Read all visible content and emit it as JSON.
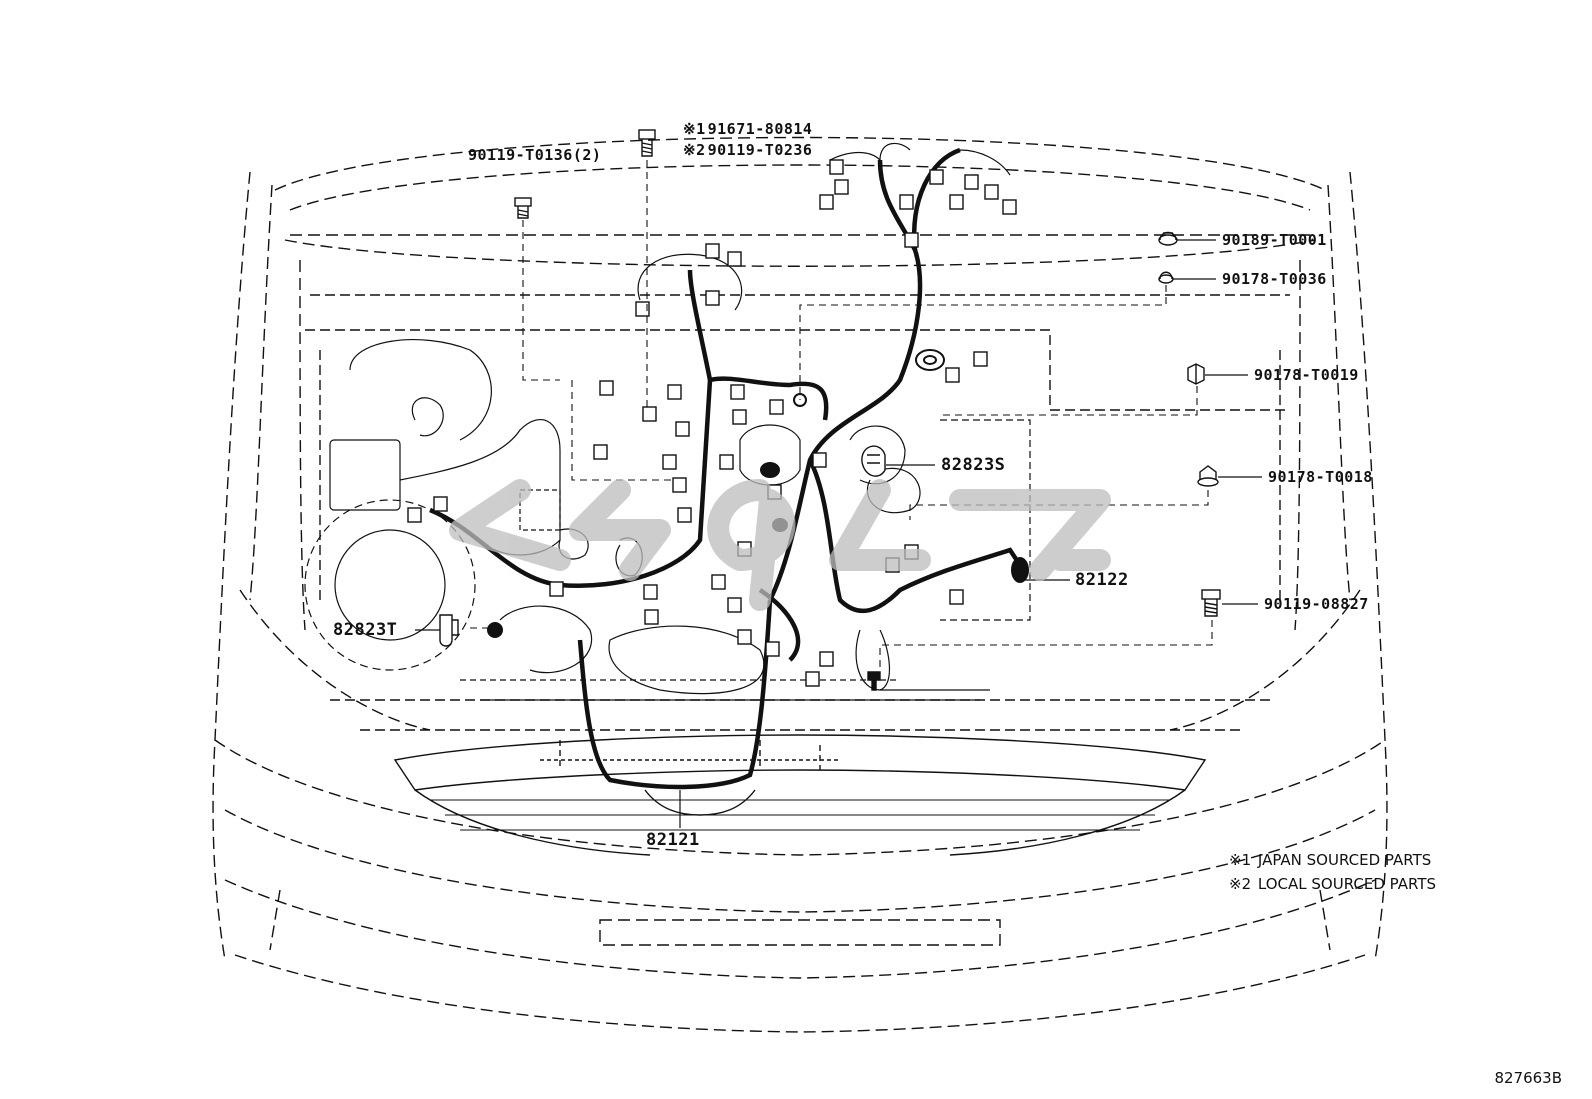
{
  "labels": {
    "p_9011_t0136": "90119-T0136(2)",
    "p_91671_mark": "※1",
    "p_91671": "91671-80814",
    "p_90119_t0236_mark": "※2",
    "p_90119_t0236": "90119-T0236",
    "p_90189": "90189-T0001",
    "p_90178_t0036": "90178-T0036",
    "p_90178_t0019": "90178-T0019",
    "p_90178_t0018": "90178-T0018",
    "p_90119_08827": "90119-08827",
    "p_82823s": "82823S",
    "p_82823t": "82823T",
    "p_82122": "82122",
    "p_82121": "82121"
  },
  "notes": {
    "n1_mark": "※1",
    "n1_text": "JAPAN SOURCED PARTS",
    "n2_mark": "※2",
    "n2_text": "LOCAL SOURCED PARTS"
  },
  "figure_number": "827663B",
  "colors": {
    "line": "#111111",
    "watermark": "#bdbdbd"
  }
}
